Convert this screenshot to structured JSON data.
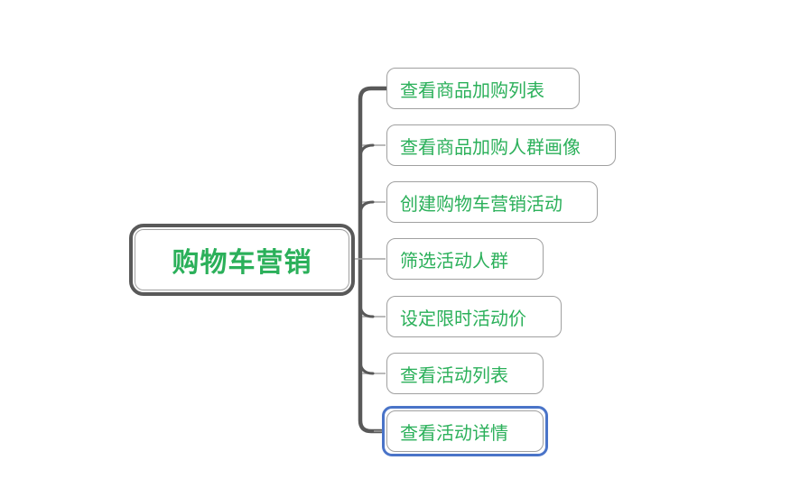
{
  "diagram": {
    "type": "mind-map",
    "root": {
      "label": "购物车营销"
    },
    "children": [
      {
        "label": "查看商品加购列表",
        "selected": false
      },
      {
        "label": "查看商品加购人群画像",
        "selected": false
      },
      {
        "label": "创建购物车营销活动",
        "selected": false
      },
      {
        "label": "筛选活动人群",
        "selected": false
      },
      {
        "label": "设定限时活动价",
        "selected": false
      },
      {
        "label": "查看活动列表",
        "selected": false
      },
      {
        "label": "查看活动详情",
        "selected": true
      }
    ],
    "colors": {
      "topic_text_green": "#2bb05a",
      "branch_dark_gray": "#595959",
      "box_border_gray": "#a0a0a0",
      "selection_blue": "#4a74c8",
      "background": "#ffffff"
    }
  }
}
